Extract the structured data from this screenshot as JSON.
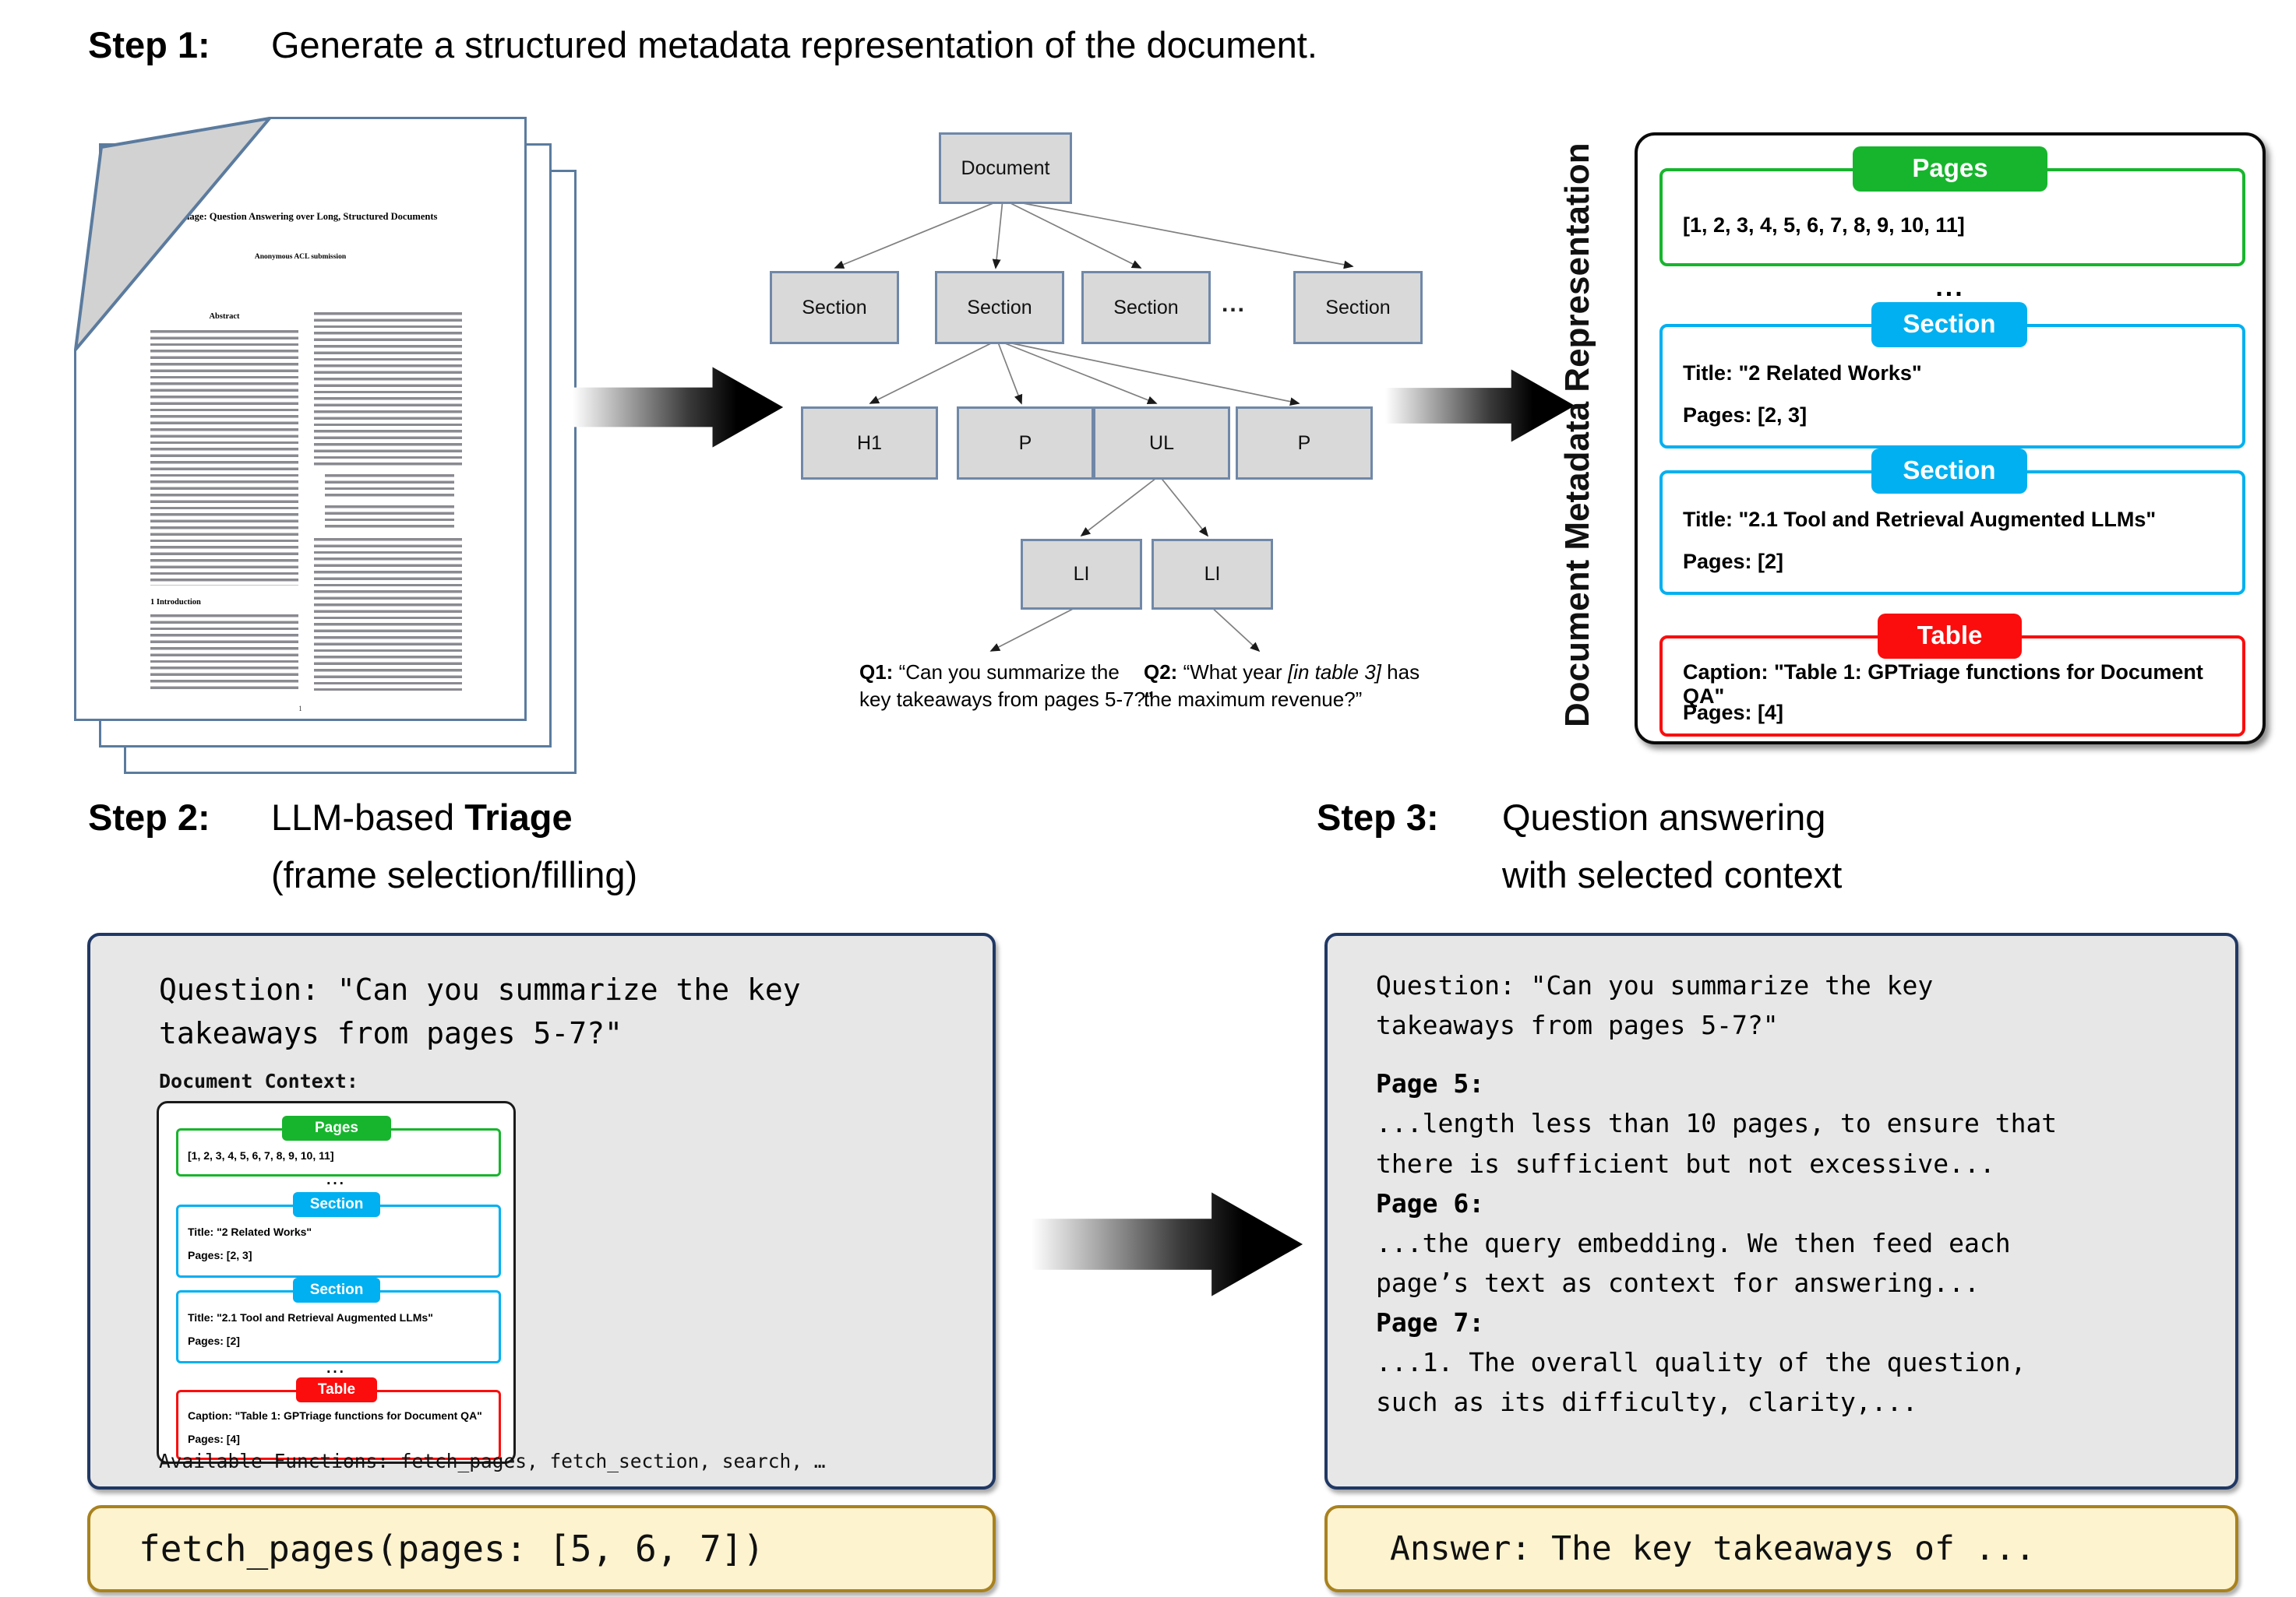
{
  "step1": {
    "label": "Step 1:",
    "title": "Generate a structured metadata representation of the document.",
    "paper": {
      "title": "GPTriage: Question Answering over Long, Structured Documents",
      "byline": "Anonymous ACL submission",
      "abstract_heading": "Abstract",
      "intro_heading": "1    Introduction",
      "page_number": "1"
    },
    "tree": {
      "root": "Document",
      "sections": [
        "Section",
        "Section",
        "Section",
        "Section"
      ],
      "row2_dots": "...",
      "children": [
        "H1",
        "P",
        "UL",
        "P"
      ],
      "leaves": [
        "LI",
        "LI"
      ],
      "q1_label": "Q1:",
      "q1_text": " “Can you summarize the key takeaways from pages 5-7?”",
      "q2_label": "Q2:",
      "q2_pre": " “What year ",
      "q2_italic": "[in table 3]",
      "q2_post": " has the maximum revenue?”"
    },
    "panel_label": "Document Metadata Representation",
    "frames": {
      "pages": {
        "badge": "Pages",
        "content": "[1, 2, 3, 4, 5, 6, 7, 8, 9, 10, 11]"
      },
      "dots1": "...",
      "section1": {
        "badge": "Section",
        "title": "Title: \"2 Related Works\"",
        "pages": "Pages: [2, 3]"
      },
      "section2": {
        "badge": "Section",
        "title": "Title: \"2.1 Tool and Retrieval Augmented LLMs\"",
        "pages": "Pages: [2]"
      },
      "dots2": "...",
      "table": {
        "badge": "Table",
        "title": "Caption: \"Table 1: GPTriage functions for Document QA\"",
        "pages": "Pages: [4]"
      }
    }
  },
  "step2": {
    "label": "Step 2:",
    "title_normal": "LLM-based ",
    "title_bold": "Triage",
    "title_line2": "(frame selection/filling)",
    "question_lines": [
      "Question: \"Can you summarize the key",
      "takeaways from pages 5-7?\""
    ],
    "context_label": "Document Context:",
    "functions_line": "Available Functions: fetch_pages, fetch_section, search, …",
    "call": "fetch_pages(pages: [5, 6, 7])"
  },
  "step3": {
    "label": "Step 3:",
    "title_line1": "Question answering",
    "title_line2": "with selected context",
    "question_lines": [
      "Question: \"Can you summarize the key",
      "takeaways from pages 5-7?\""
    ],
    "blocks": [
      {
        "header": "Page 5:",
        "lines": [
          "...length less than 10 pages, to ensure that",
          "there is sufficient but not excessive..."
        ]
      },
      {
        "header": "Page 6:",
        "lines": [
          "...the query embedding. We then feed each",
          "page’s text as context for answering..."
        ]
      },
      {
        "header": "Page 7:",
        "lines": [
          "...1. The overall quality of the question,",
          "such as its difficulty, clarity,..."
        ]
      }
    ],
    "answer": "Answer: The key takeaways of ..."
  },
  "colors": {
    "green": "#17b52d",
    "blue": "#00b0f0",
    "red": "#fb0d0d",
    "navy": "#203864",
    "gold": "#a9821e",
    "yellow_bg": "#fdf3cf",
    "box_bg": "#e8e7e7",
    "node_fill": "#d9d9d9",
    "node_border": "#7088a8"
  }
}
